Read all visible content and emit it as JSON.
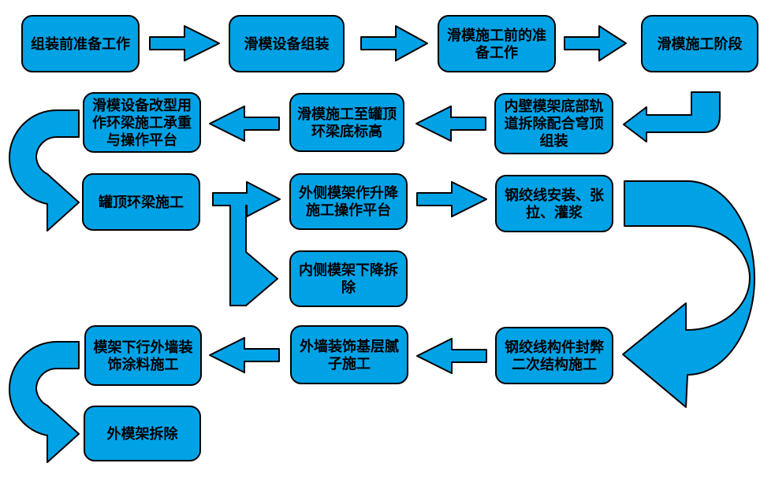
{
  "colors": {
    "background": "#FFFFFF",
    "shape_fill": "#00A2E6",
    "shape_stroke": "#000000",
    "text_color": "#000000"
  },
  "flowchart": {
    "nodes": [
      {
        "id": "n1",
        "label": "组装前准备工作"
      },
      {
        "id": "n2",
        "label": "滑模设备组装"
      },
      {
        "id": "n3",
        "label": "滑模施工前的准备工作"
      },
      {
        "id": "n4",
        "label": "滑模施工阶段"
      },
      {
        "id": "n5",
        "label": "内壁模架底部轨道拆除配合穹顶组装"
      },
      {
        "id": "n6",
        "label": "滑模施工至罐顶环梁底标高"
      },
      {
        "id": "n7",
        "label": "滑模设备改型用作环梁施工承重与操作平台"
      },
      {
        "id": "n8",
        "label": "罐顶环梁施工"
      },
      {
        "id": "n9",
        "label": "外侧模架作升降施工操作平台"
      },
      {
        "id": "n10",
        "label": "钢绞线安装、张拉、灌浆"
      },
      {
        "id": "n11",
        "label": "内侧模架下降拆除"
      },
      {
        "id": "n12",
        "label": "钢绞线构件封弊二次结构施工"
      },
      {
        "id": "n13",
        "label": "外墙装饰基层腻子施工"
      },
      {
        "id": "n14",
        "label": "模架下行外墙装饰涂料施工"
      },
      {
        "id": "n15",
        "label": "外模架拆除"
      }
    ],
    "edges": [
      {
        "from": "n1",
        "to": "n2",
        "style": "straight-right"
      },
      {
        "from": "n2",
        "to": "n3",
        "style": "straight-right"
      },
      {
        "from": "n3",
        "to": "n4",
        "style": "straight-right"
      },
      {
        "from": "n4",
        "to": "n5",
        "style": "elbow-down-left"
      },
      {
        "from": "n5",
        "to": "n6",
        "style": "straight-left"
      },
      {
        "from": "n6",
        "to": "n7",
        "style": "straight-left"
      },
      {
        "from": "n7",
        "to": "n8",
        "style": "u-turn-left"
      },
      {
        "from": "n8",
        "to": "n9",
        "style": "straight-right-with-branch"
      },
      {
        "from": "n8",
        "to": "n11",
        "style": "branch-down-right"
      },
      {
        "from": "n9",
        "to": "n10",
        "style": "straight-right"
      },
      {
        "from": "n10",
        "to": "n12",
        "style": "u-turn-right"
      },
      {
        "from": "n12",
        "to": "n13",
        "style": "straight-left"
      },
      {
        "from": "n13",
        "to": "n14",
        "style": "straight-left"
      },
      {
        "from": "n14",
        "to": "n15",
        "style": "u-turn-left"
      }
    ]
  }
}
